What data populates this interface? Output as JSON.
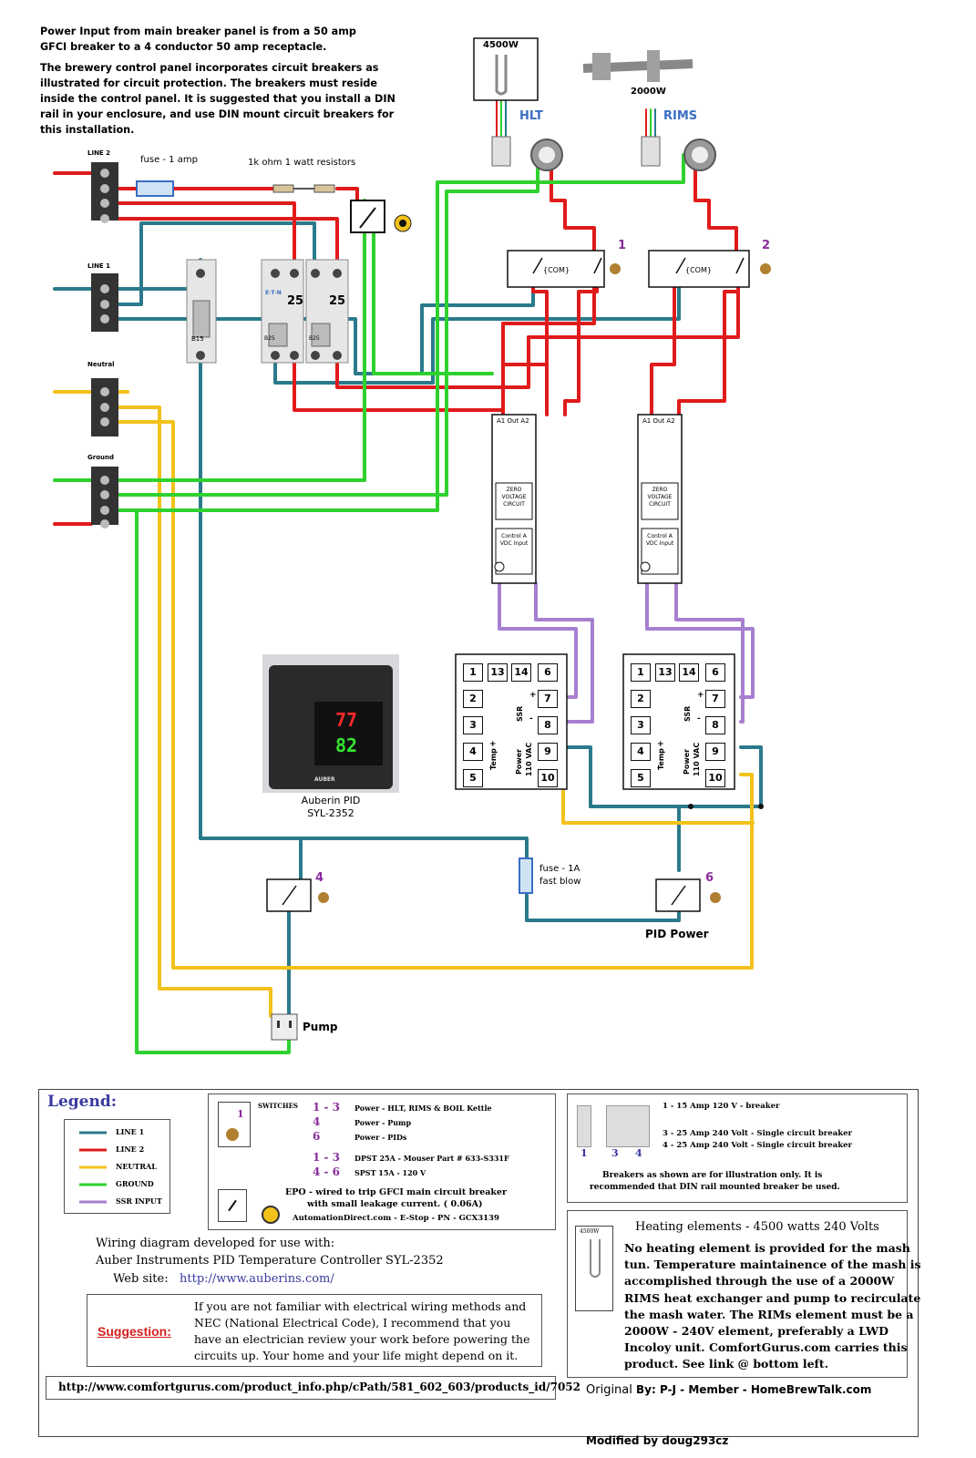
{
  "intro": {
    "p1_l1": "Power Input from main breaker panel is from a 50 amp",
    "p1_l2": "GFCI breaker to a 4 conductor 50 amp receptacle.",
    "p2_l1": "The brewery control panel incorporates circuit breakers as",
    "p2_l2": "illustrated for circuit protection. The breakers must reside",
    "p2_l3": "inside the control panel. It is suggested that you install a DIN",
    "p2_l4": "rail in your enclosure, and use DIN mount circuit breakers for",
    "p2_l5": "this installation."
  },
  "terminals": {
    "line2": "LINE 2",
    "line1": "LINE 1",
    "neutral": "Neutral",
    "ground": "Ground"
  },
  "labels": {
    "fuse1": "fuse - 1 amp",
    "resistors": "1k ohm 1 watt resistors",
    "hlt_w": "4500W",
    "hlt": "HLT",
    "rims_w": "2000W",
    "rims": "RIMS",
    "sw1": "1",
    "sw2": "2",
    "sw4": "4",
    "sw6": "6",
    "com": "{COM}",
    "breaker_b15": "B15",
    "breaker_25a": "25",
    "breaker_25b": "25",
    "breaker_b25a": "B25",
    "breaker_b25b": "B25",
    "eaton": "E·T·N",
    "ssr_a1": "A1",
    "ssr_out": "Out",
    "ssr_a2": "A2",
    "ssr_zero": "ZERO VOLTAGE CIRCUIT",
    "ssr_control": "Control A VDC Input",
    "pid_name": "Auberin PID",
    "pid_model": "SYL-2352",
    "pid_pv": "77",
    "pid_sv": "82",
    "pid_brand": "AUBER",
    "fuse2_l1": "fuse - 1A",
    "fuse2_l2": "fast blow",
    "pid_power": "PID Power",
    "pump": "Pump"
  },
  "pid_terminals": {
    "col1": [
      "1",
      "2",
      "3",
      "4",
      "5"
    ],
    "top": [
      "13",
      "14"
    ],
    "col2": [
      "6",
      "7",
      "8",
      "9",
      "10"
    ],
    "ssr": "SSR",
    "temp": "Temp",
    "power": "Power",
    "vac": "110 VAC",
    "plus": "+",
    "minus": "-"
  },
  "legend": {
    "title": "Legend:",
    "wires": [
      {
        "name": "LINE 1",
        "color": "#2b7a8c"
      },
      {
        "name": "LINE 2",
        "color": "#e01b1b"
      },
      {
        "name": "NEUTRAL",
        "color": "#f2c21b"
      },
      {
        "name": "GROUND",
        "color": "#2fd12f"
      },
      {
        "name": "SSR INPUT",
        "color": "#a77fd0"
      }
    ],
    "switches_head": "SWITCHES",
    "sw_rows": [
      {
        "num": "1 - 3",
        "desc": "Power - HLT, RIMS & BOIL Kettle"
      },
      {
        "num": "4",
        "desc": "Power - Pump"
      },
      {
        "num": "6",
        "desc": "Power - PIDs"
      },
      {
        "num": "1 - 3",
        "desc": "DPST 25A - Mouser Part # 633-S331F"
      },
      {
        "num": "4 - 6",
        "desc": "SPST 15A - 120 V"
      }
    ],
    "sw_icon_num": "1",
    "epo_l1": "EPO - wired to trip GFCI main circuit breaker",
    "epo_l2": "with small leakage current. ( 0.06A)",
    "epo_l3": "AutomationDirect.com  -  E-Stop  -  PN - GCX3139",
    "breakers_l1": "1 - 15 Amp 120 V - breaker",
    "breakers_l2": "3 - 25 Amp 240 Volt - Single circuit breaker",
    "breakers_l3": "4 - 25 Amp 240 Volt - Single circuit breaker",
    "breakers_nums": [
      "1",
      "3",
      "4"
    ],
    "breakers_note_l1": "Breakers as shown are for illustration only. It is",
    "breakers_note_l2": "recommended that DIN rail mounted breaker be used.",
    "heat_title": "Heating elements - 4500 watts 240 Volts",
    "heat_icon": "4500W",
    "heat_text": [
      "No heating element is provided for the mash",
      "tun. Temperature maintainence of the mash is",
      "accomplished through the use of a 2000W",
      "RIMS heat exchanger and pump to recirculate",
      "the mash  water.  The RIMs element must be a",
      "2000W - 240V element, preferably a LWD",
      "Incoloy unit. ComfortGurus.com carries this",
      "product. See link @ bottom left."
    ],
    "dev_l1": "Wiring diagram developed for use with:",
    "dev_l2": "Auber Instruments PID Temperature Controller SYL-2352",
    "web_label": "Web site:",
    "web_url": "http://www.auberins.com/",
    "suggestion": "Suggestion:",
    "suggestion_text": [
      "If you are not familiar with electrical wiring methods and",
      "NEC (National Electrical Code), I recommend that you",
      "have an electrician review your work before powering the",
      "circuits up. Your home and your life might depend on it."
    ],
    "link": "http://www.comfortgurus.com/product_info.php/cPath/581_602_603/products_id/7052",
    "orig_word": "Original",
    "orig_by": "By:  P-J - Member - HomeBrewTalk.com",
    "modified": "Modified by doug293cz"
  },
  "colors": {
    "line1": "#2b7a8c",
    "line2": "#e01b1b",
    "neutral": "#f2c21b",
    "ground": "#2fd12f",
    "ssr": "#a77fd0",
    "purple_num": "#8a2c9c",
    "hlt_blue": "#3a6ec2",
    "suggestion_red": "#d32020",
    "legend_blue": "#3a3aa0"
  }
}
